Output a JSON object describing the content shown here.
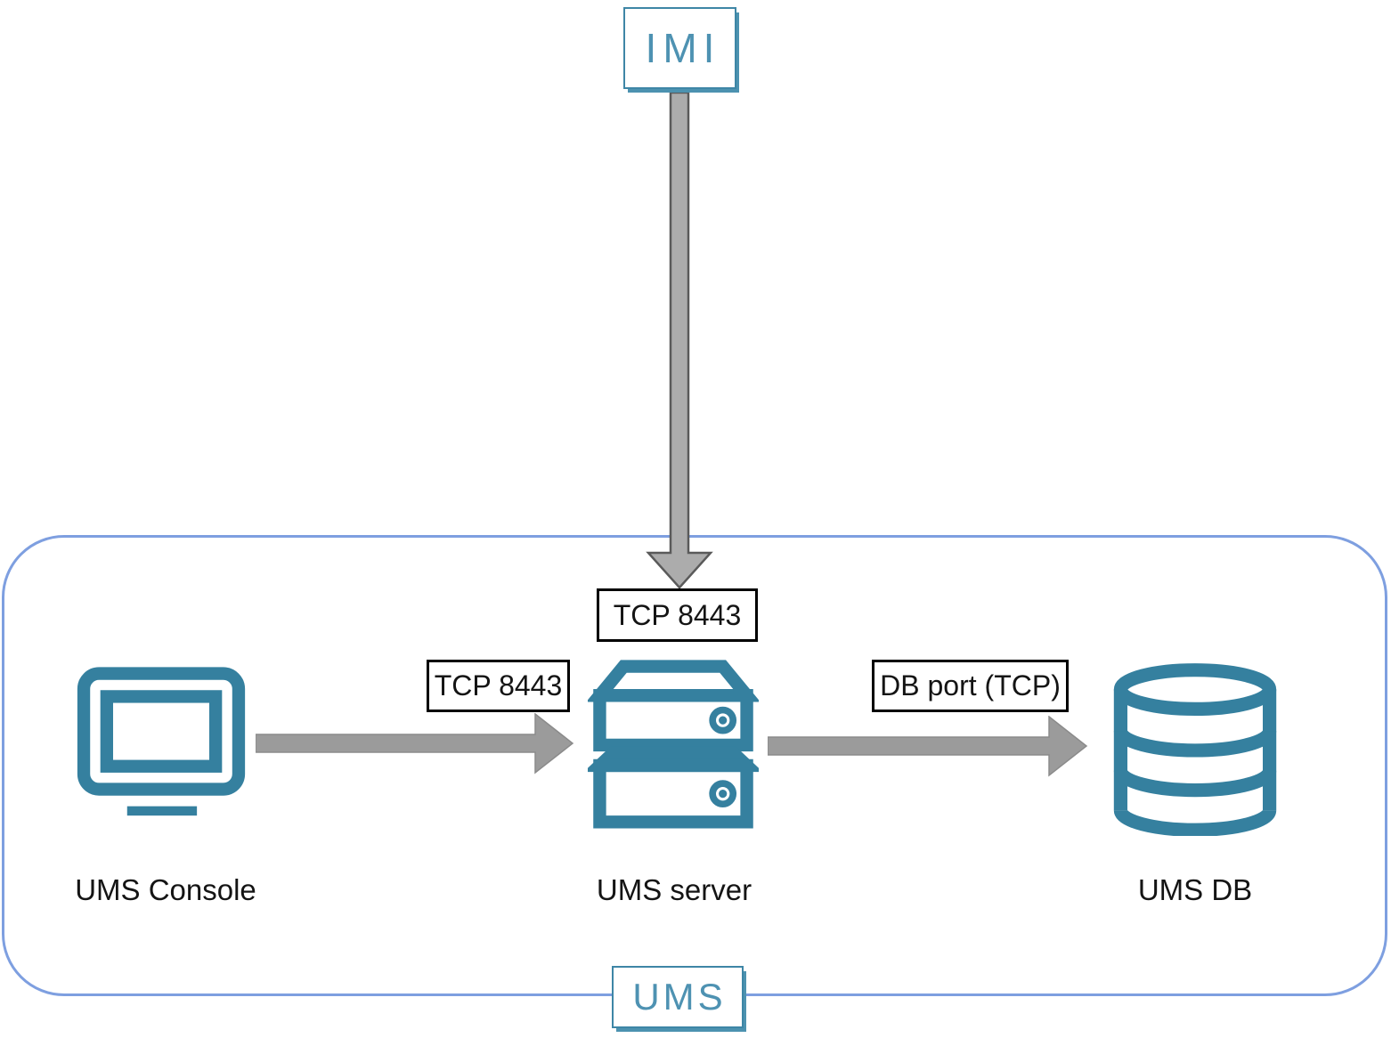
{
  "external": {
    "imi": {
      "label": "IMI"
    }
  },
  "boundary": {
    "label": "UMS"
  },
  "nodes": {
    "console": {
      "label": "UMS Console",
      "icon": "monitor-icon"
    },
    "server": {
      "label": "UMS server",
      "icon": "server-icon"
    },
    "db": {
      "label": "UMS DB",
      "icon": "database-icon"
    }
  },
  "connections": {
    "imi_to_server": {
      "from": "IMI",
      "to": "UMS server",
      "label": "TCP 8443"
    },
    "console_to_server": {
      "from": "UMS Console",
      "to": "UMS server",
      "label": "TCP 8443"
    },
    "server_to_db": {
      "from": "UMS server",
      "to": "UMS DB",
      "label": "DB port (TCP)"
    }
  },
  "colors": {
    "icon_teal": "#35809F",
    "brand_text_teal": "#4E92B2",
    "boundary_blue": "#7E9FE0",
    "arrow_fill": "#A4A4A4",
    "arrow_outline": "#5A5A5A",
    "port_label_border": "#000000",
    "text": "#141414"
  }
}
